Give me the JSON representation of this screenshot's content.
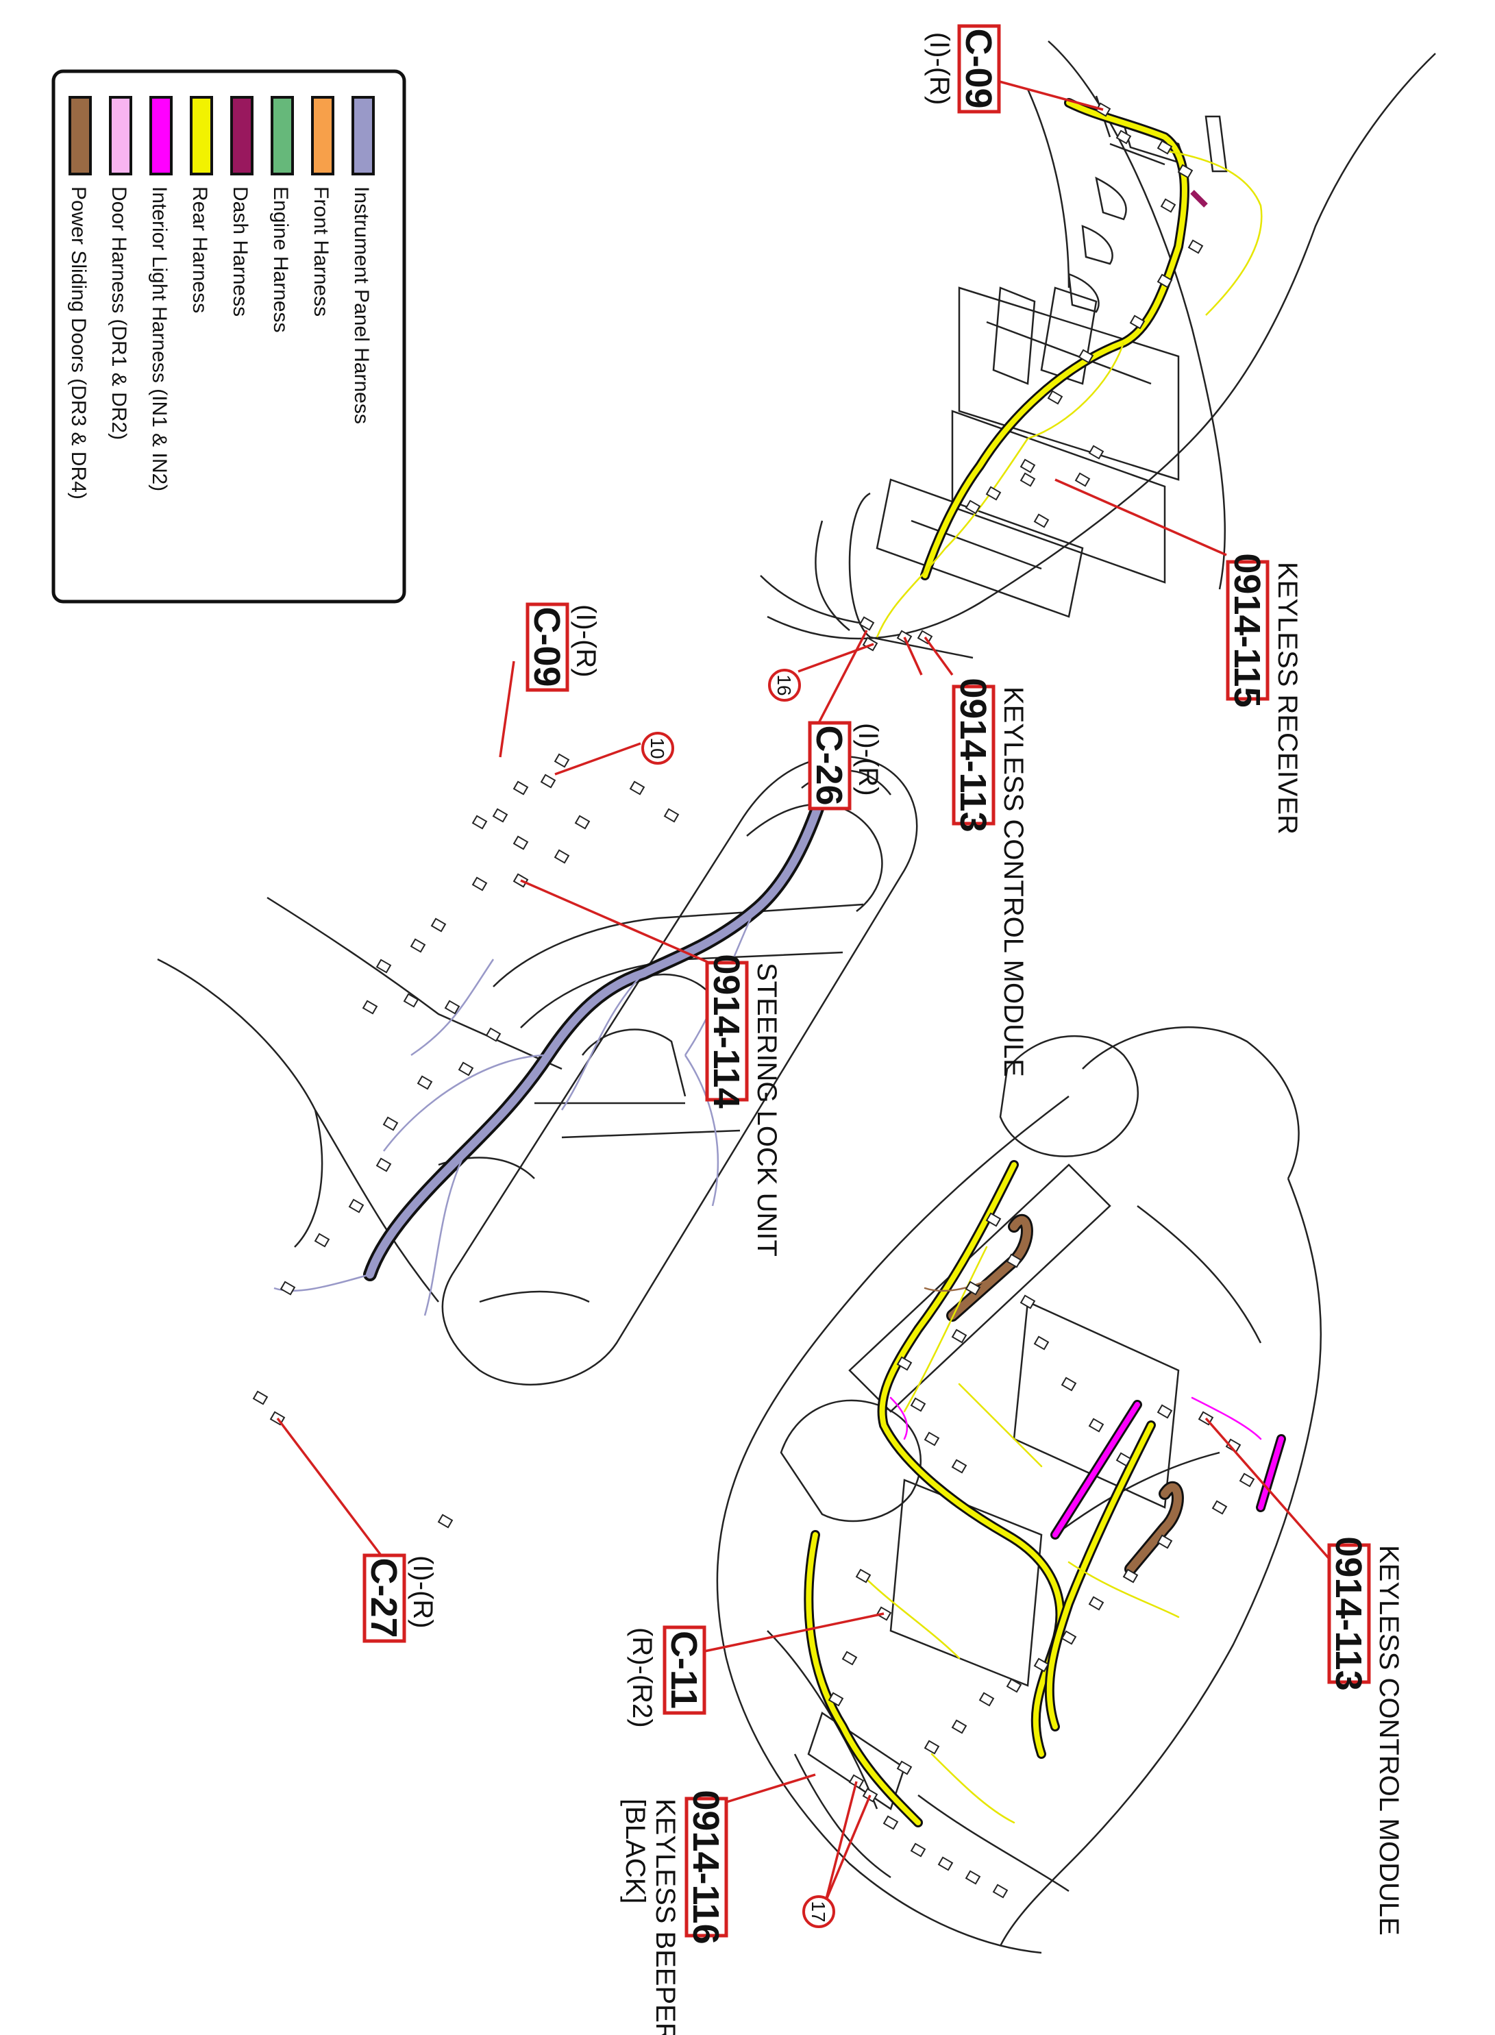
{
  "legend": {
    "items": [
      {
        "label": "Instrument Panel Harness",
        "color": "#9999c8"
      },
      {
        "label": "Front Harness",
        "color": "#f7a04a"
      },
      {
        "label": "Engine Harness",
        "color": "#66b87a"
      },
      {
        "label": "Dash Harness",
        "color": "#99185e"
      },
      {
        "label": "Rear Harness",
        "color": "#f2f200"
      },
      {
        "label": "Interior Light Harness (IN1 & IN2)",
        "color": "#ff00ff"
      },
      {
        "label": "Door Harness (DR1 & DR2)",
        "color": "#f8b4f0"
      },
      {
        "label": "Power Sliding Doors (DR3 & DR4)",
        "color": "#9a6a44"
      }
    ]
  },
  "callouts": {
    "top": {
      "c09_code": "C-09",
      "c09_sub": "(I)-(R)",
      "receiver_code": "0914-115",
      "receiver_name": "KEYLESS RECEIVER",
      "module_code": "0914-113",
      "module_name": "KEYLESS CONTROL MODULE",
      "c26_code": "C-26",
      "c26_sub": "(I)-(R)",
      "circle_16": "16"
    },
    "middle": {
      "c09_code": "C-09",
      "c09_sub": "(I)-(R)",
      "circle_10": "10",
      "steering_code": "0914-114",
      "steering_name": "STEERING LOCK UNIT",
      "c27_code": "C-27",
      "c27_sub": "(I)-(R)"
    },
    "bottom": {
      "module_code": "0914-113",
      "module_name": "KEYLESS CONTROL MODULE",
      "c11_code": "C-11",
      "c11_sub": "(R)-(R2)",
      "beeper_code": "0914-116",
      "beeper_name": "KEYLESS BEEPER",
      "beeper_color": "[BLACK]",
      "circle_17": "17"
    }
  },
  "colors": {
    "callout_red": "#d42020",
    "ip_harness": "#9999c8",
    "rear_harness": "#f2f200",
    "interior_light": "#ff00ff",
    "door_harness": "#f8b4f0",
    "psd_harness": "#9a6a44",
    "dash_harness": "#99185e"
  }
}
